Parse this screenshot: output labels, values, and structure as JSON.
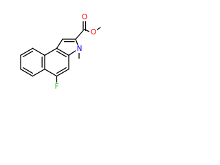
{
  "molecule": {
    "atoms": {
      "carbonyl_oxygen": {
        "symbol": "O",
        "color": "#ff0000"
      },
      "ester_oxygen": {
        "symbol": "O",
        "color": "#ff0000"
      },
      "ring_nitrogen": {
        "symbol": "N",
        "color": "#0000ff"
      },
      "fluorine": {
        "symbol": "F",
        "color": "#33cc33"
      }
    }
  }
}
